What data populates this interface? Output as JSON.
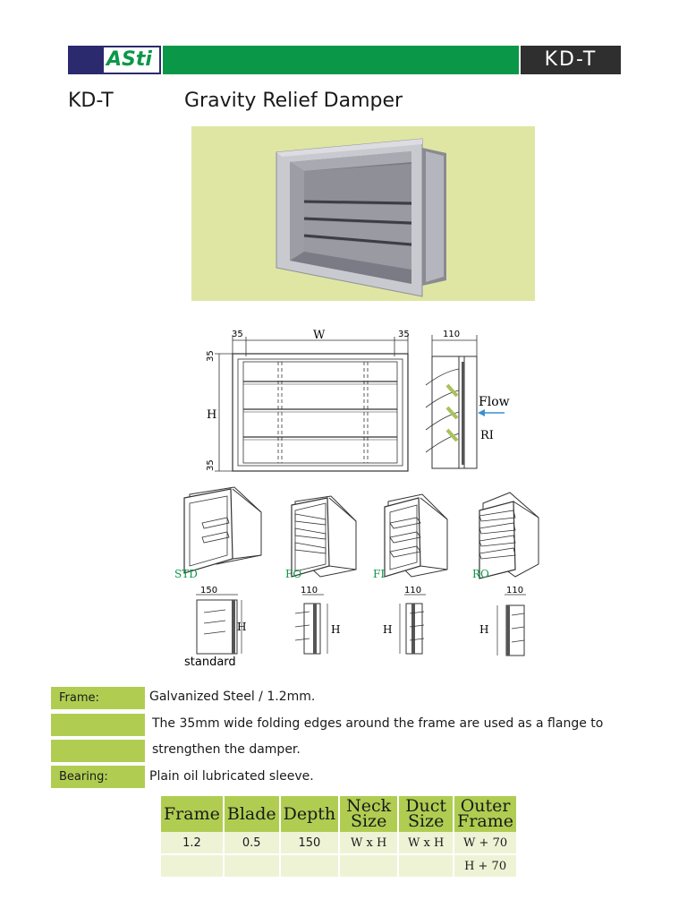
{
  "header": {
    "logo_text": "ASti",
    "model_code_box": "KD-T"
  },
  "title": {
    "model_code": "KD-T",
    "product_name": "Gravity Relief Damper"
  },
  "drawing": {
    "dim_left_flange": "35",
    "dim_width": "W",
    "dim_right_flange": "35",
    "dim_depth": "110",
    "dim_top_flange": "35",
    "dim_height": "H",
    "dim_bottom_flange": "35",
    "flow_label": "Flow",
    "ri_label": "RI"
  },
  "variants": [
    {
      "code": "STD",
      "depth": "150",
      "height": "H",
      "caption": "standard"
    },
    {
      "code": "FO",
      "depth": "110",
      "height": "H"
    },
    {
      "code": "FI",
      "depth": "110",
      "height": "H"
    },
    {
      "code": "RO",
      "depth": "110",
      "height": "H"
    }
  ],
  "specs": {
    "frame_label": "Frame:",
    "frame_value": "Galvanized Steel / 1.2mm.",
    "frame_note_line1": "The 35mm wide folding edges around  the frame are used as a flange to",
    "frame_note_line2": "strengthen the damper.",
    "bearing_label": "Bearing:",
    "bearing_value": "Plain oil lubricated sleeve."
  },
  "table": {
    "headers": {
      "frame": "Frame",
      "blade": "Blade",
      "depth": "Depth",
      "neck_1": "Neck",
      "neck_2": "Size",
      "duct_1": "Duct",
      "duct_2": "Size",
      "outer_1": "Outer",
      "outer_2": "Frame"
    },
    "row1": {
      "frame": "1.2",
      "blade": "0.5",
      "depth": "150",
      "neck": "W x H",
      "duct": "W x H",
      "outer": "W + 70"
    },
    "row2": {
      "frame": "",
      "blade": "",
      "depth": "",
      "neck": "",
      "duct": "",
      "outer": "H + 70"
    }
  },
  "colors": {
    "brand_green": "#0a9848",
    "brand_navy": "#2b2a6e",
    "label_green": "#b0cd52",
    "photo_bg": "#dfe6a4"
  }
}
